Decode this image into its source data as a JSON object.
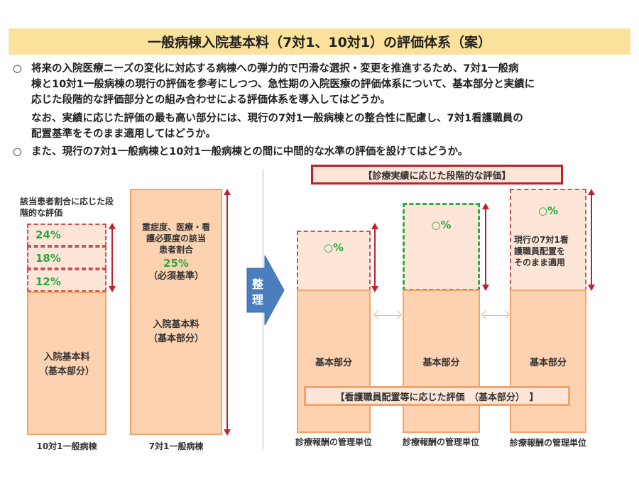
{
  "title": "一般病棟入院基本料（7対1、10対1）の評価体系（案）",
  "bullets": [
    {
      "marker": "○",
      "lines": [
        "将来の入院医療ニーズの変化に対応する病棟への弾力的で円滑な選択・変更を推進するため、7対1一般病",
        "棟と10対1一般病棟の現行の評価を参考にしつつ、急性期の入院医療の評価体系について、基本部分と実績に",
        "応じた段階的な評価部分との組み合わせによる評価体系を導入してはどうか。"
      ]
    },
    {
      "marker": "",
      "lines": [
        " なお、実績に応じた評価の最も高い部分には、現行の7対1一般病棟との整合性に配慮し、7対1看護職員の",
        "配置基準をそのまま適用してはどうか。"
      ]
    },
    {
      "marker": "○",
      "lines": [
        "また、現行の7対1一般病棟と10対1一般病棟との間に中間的な水準の評価を設けてはどうか。"
      ]
    }
  ],
  "left": {
    "tier_caption": "該当患者割合に応じた段階的な評価",
    "tiers": [
      "24%",
      "18%",
      "12%"
    ],
    "ward10": {
      "base_label_1": "入院基本料",
      "base_label_2": "（基本部分）",
      "bottom_label": "10対1一般病棟"
    },
    "ward7": {
      "criteria_1": "重症度、医療・看",
      "criteria_2": "護必要度の該当",
      "criteria_3": "患者割合",
      "criteria_pct": "25%",
      "criteria_note": "（必須基準）",
      "base_label_1": "入院基本料",
      "base_label_2": "（基本部分）",
      "bottom_label": "7対1一般病棟"
    }
  },
  "arrow": {
    "label_1": "整",
    "label_2": "理",
    "color": "#4a7ebf"
  },
  "right": {
    "top_box": "【診療実績に応じた段階的な評価】",
    "bottom_box": "【看護職員配置等に応じた評価　（基本部分）　】",
    "columns": [
      {
        "pct": "○%",
        "base": "基本部分",
        "bottom_label": "診療報酬の管理単位"
      },
      {
        "pct": "○%",
        "base": "基本部分",
        "bottom_label": "診療報酬の管理単位"
      },
      {
        "pct": "○%",
        "note_1": "現行の7対1看",
        "note_2": "護職員配置を",
        "note_3": "そのまま適用",
        "base": "基本部分",
        "bottom_label": "診療報酬の管理単位"
      }
    ]
  },
  "colors": {
    "title_bg": "#fbe29a",
    "bar_fill": "#fcd2b1",
    "bar_border": "#f4a46a",
    "accent_red": "#c0202a",
    "accent_green": "#29a842"
  }
}
